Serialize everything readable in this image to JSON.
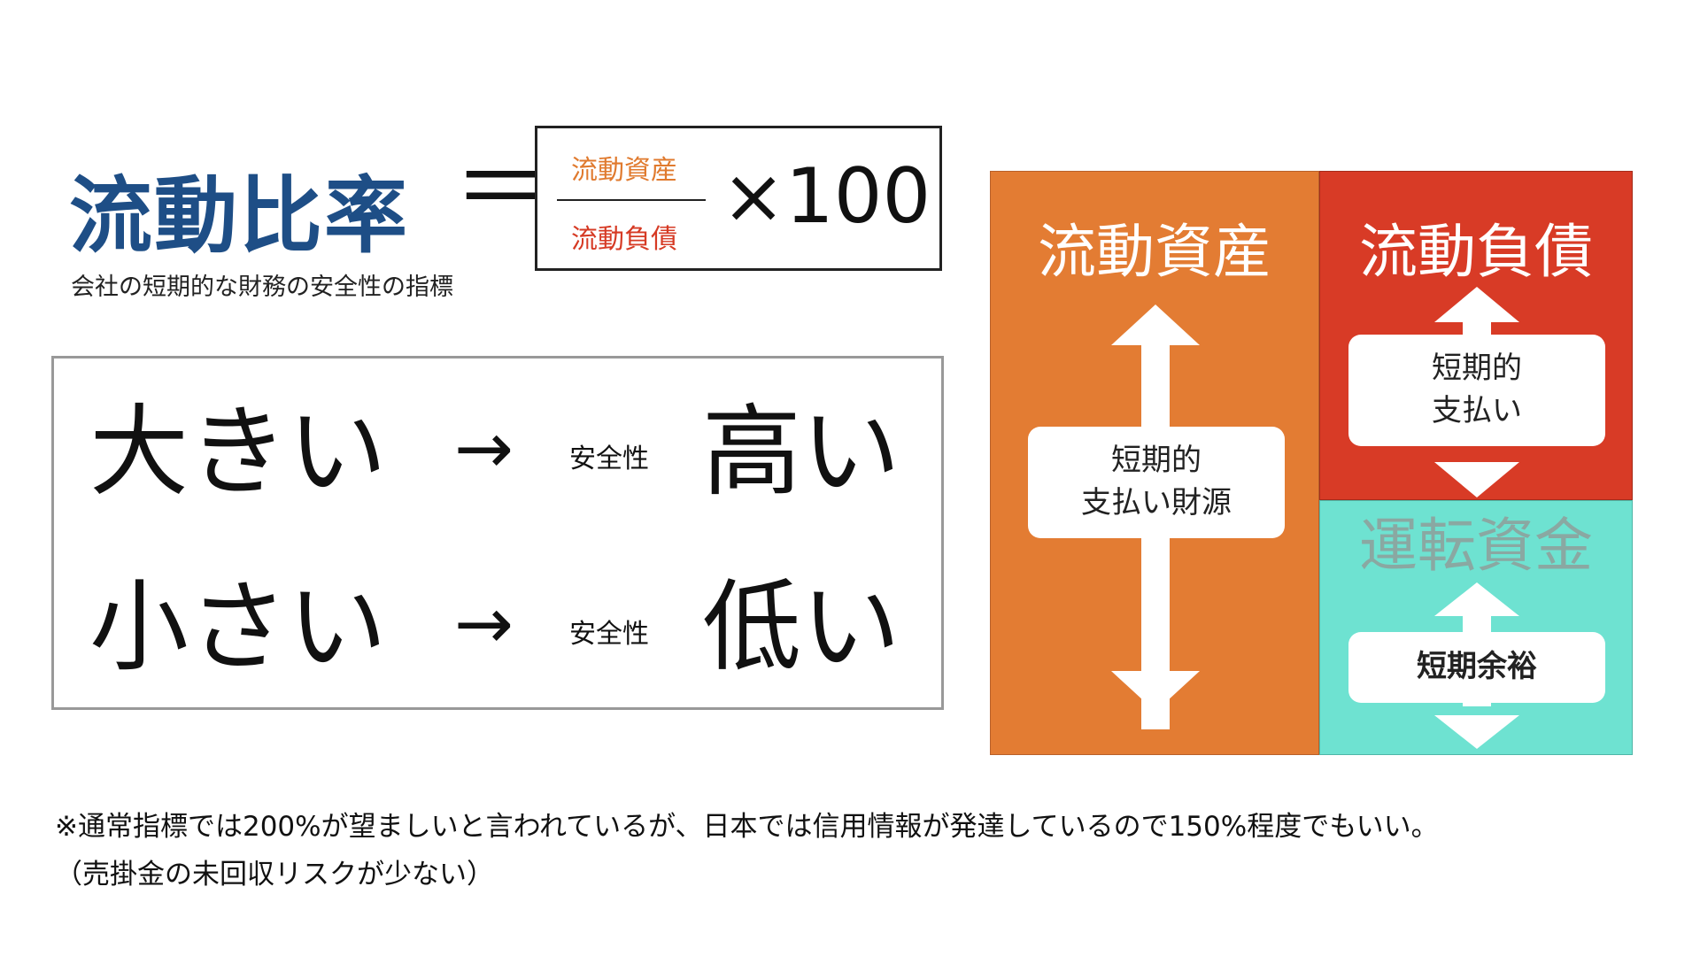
{
  "title": "流動比率",
  "subtitle": "会社の短期的な財務の安全性の指標",
  "formula": {
    "equals": "＝",
    "numerator": "流動資産",
    "denominator": "流動負債",
    "multiplier": "×100"
  },
  "ratio_rows": [
    {
      "left": "大きい",
      "arrow": "→",
      "middle": "安全性",
      "right": "高い"
    },
    {
      "left": "小さい",
      "arrow": "→",
      "middle": "安全性",
      "right": "低い"
    }
  ],
  "diagram": {
    "assets": {
      "title": "流動資産",
      "label_line1": "短期的",
      "label_line2": "支払い財源",
      "color": "#e37c33"
    },
    "liabilities": {
      "title": "流動負債",
      "label_line1": "短期的",
      "label_line2": "支払い",
      "color": "#d83b26"
    },
    "working_capital": {
      "title": "運転資金",
      "label": "短期余裕",
      "color": "#6ee2d1"
    }
  },
  "notes": [
    "※通常指標では200%が望ましいと言われているが、日本では信用情報が発達しているので150%程度でもいい。",
    "（売掛金の未回収リスクが少ない）"
  ]
}
